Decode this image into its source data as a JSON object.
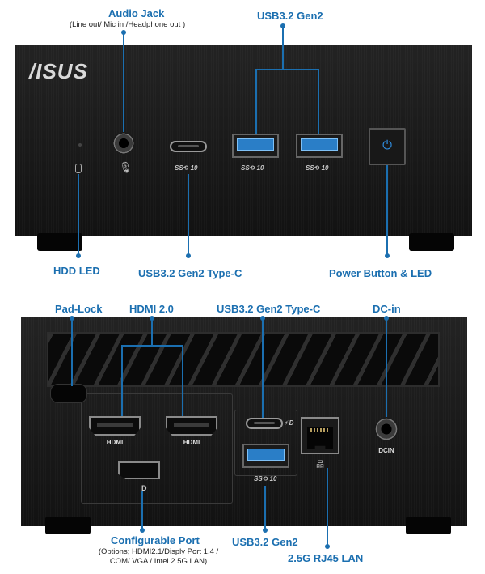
{
  "top": {
    "logo": "/ISUS",
    "callouts": {
      "audio_jack": "Audio Jack",
      "audio_jack_sub": "(Line out/ Mic in /Headphone out )",
      "usb_gen2": "USB3.2 Gen2",
      "hdd_led": "HDD LED",
      "usbc": "USB3.2 Gen2 Type-C",
      "power": "Power Button & LED"
    },
    "ss_labels": [
      "SS⟲ 10",
      "SS⟲ 10",
      "SS⟲ 10"
    ],
    "icons": [
      "hdd-icon",
      "headset-mic-icon",
      "power-icon"
    ]
  },
  "bottom": {
    "callouts": {
      "padlock": "Pad-Lock",
      "hdmi": "HDMI 2.0",
      "usbc": "USB3.2 Gen2 Type-C",
      "dcin": "DC-in",
      "configurable": "Configurable Port",
      "configurable_sub": "(Options; HDMI2.1/Disply Port 1.4 /\nCOM/ VGA / Intel 2.5G LAN)",
      "usba": "USB3.2 Gen2",
      "lan": "2.5G RJ45 LAN"
    },
    "port_labels": {
      "hdmi1": "HDMI",
      "hdmi2": "HDMI",
      "dcin": "DCIN"
    },
    "ss_label": "SS⟲ 10"
  },
  "colors": {
    "accent": "#1b6fb0",
    "chassis": "#1a1a1a",
    "usb_blue": "#2a7ec7"
  }
}
